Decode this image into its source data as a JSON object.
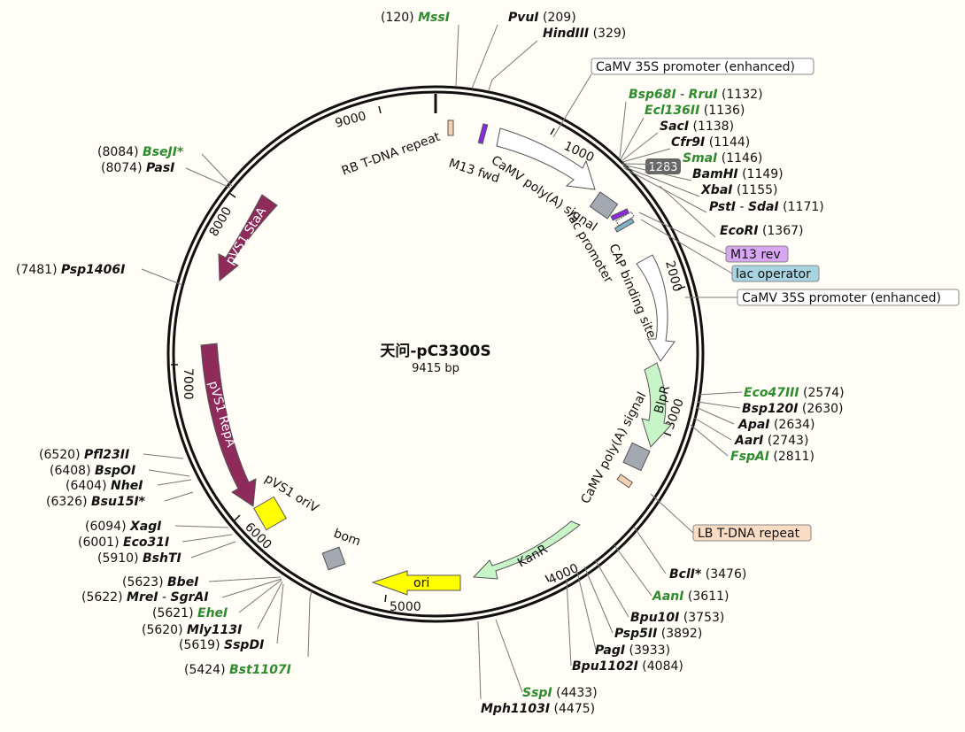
{
  "plasmid": {
    "name": "天问-pC3300S",
    "size": "9415 bp"
  },
  "ticks": [
    "1000",
    "2000",
    "3000",
    "4000",
    "5000",
    "6000",
    "7000",
    "8000",
    "9000"
  ],
  "enzymes": [
    {
      "name": "MssI",
      "pos": "(120)",
      "green": true
    },
    {
      "name": "PvuI",
      "pos": "(209)",
      "green": false
    },
    {
      "name": "HindIII",
      "pos": "(329)",
      "green": false
    },
    {
      "name": "Bsp68I",
      "sep": " - ",
      "name2": "RruI",
      "pos": "(1132)",
      "green": true
    },
    {
      "name": "Ecl136II",
      "pos": "(1136)",
      "green": true
    },
    {
      "name": "SacI",
      "pos": "(1138)",
      "green": false
    },
    {
      "name": "Cfr9I",
      "pos": "(1144)",
      "green": false
    },
    {
      "name": "SmaI",
      "pos": "(1146)",
      "green": true
    },
    {
      "name": "BamHI",
      "pos": "(1149)",
      "green": false
    },
    {
      "name": "XbaI",
      "pos": "(1155)",
      "green": false
    },
    {
      "name": "PstI",
      "sep": " - ",
      "name2": "SdaI",
      "pos": "(1171)",
      "green": false
    },
    {
      "name": "EcoRI",
      "pos": "(1367)",
      "green": false
    },
    {
      "name": "Eco47III",
      "pos": "(2574)",
      "green": true
    },
    {
      "name": "Bsp120I",
      "pos": "(2630)",
      "green": false
    },
    {
      "name": "ApaI",
      "pos": "(2634)",
      "green": false
    },
    {
      "name": "AarI",
      "pos": "(2743)",
      "green": false
    },
    {
      "name": "FspAI",
      "pos": "(2811)",
      "green": true
    },
    {
      "name": "BclI*",
      "pos": "(3476)",
      "green": false
    },
    {
      "name": "AanI",
      "pos": "(3611)",
      "green": true
    },
    {
      "name": "Bpu10I",
      "pos": "(3753)",
      "green": false
    },
    {
      "name": "Psp5II",
      "pos": "(3892)",
      "green": false
    },
    {
      "name": "PagI",
      "pos": "(3933)",
      "green": false
    },
    {
      "name": "Bpu1102I",
      "pos": "(4084)",
      "green": false
    },
    {
      "name": "SspI",
      "pos": "(4433)",
      "green": true
    },
    {
      "name": "Mph1103I",
      "pos": "(4475)",
      "green": false
    },
    {
      "name": "Bst1107I",
      "pos": "(5424)",
      "green": true
    },
    {
      "name": "SspDI",
      "pos": "(5619)",
      "green": false
    },
    {
      "name": "Mly113I",
      "pos": "(5620)",
      "green": false
    },
    {
      "name": "EheI",
      "pos": "(5621)",
      "green": true
    },
    {
      "name": "MreI",
      "sep": " - ",
      "name2": "SgrAI",
      "pos": "(5622)",
      "green": false
    },
    {
      "name": "BbeI",
      "pos": "(5623)",
      "green": false
    },
    {
      "name": "BshTI",
      "pos": "(5910)",
      "green": false
    },
    {
      "name": "Eco31I",
      "pos": "(6001)",
      "green": false
    },
    {
      "name": "XagI",
      "pos": "(6094)",
      "green": false
    },
    {
      "name": "Bsu15I*",
      "pos": "(6326)",
      "green": false
    },
    {
      "name": "NheI",
      "pos": "(6404)",
      "green": false
    },
    {
      "name": "BspOI",
      "pos": "(6408)",
      "green": false
    },
    {
      "name": "Pfl23II",
      "pos": "(6520)",
      "green": false
    },
    {
      "name": "Psp1406I",
      "pos": "(7481)",
      "green": false
    },
    {
      "name": "PasI",
      "pos": "(8074)",
      "green": false
    },
    {
      "name": "BseJI*",
      "pos": "(8084)",
      "green": true
    }
  ],
  "features": {
    "camv_35s_top": "CaMV 35S promoter (enhanced)",
    "camv_35s_right": "CaMV 35S promoter (enhanced)",
    "m13_rev": "M13 rev",
    "lac_operator": "lac operator",
    "lb_tdna": "LB T-DNA repeat",
    "rb_tdna": "RB T-DNA repeat",
    "m13_fwd": "M13 fwd",
    "camv_polya_1": "CaMV poly(A) signal",
    "lac_promoter": "lac promoter",
    "cap_site": "CAP binding site",
    "blpr": "BlpR",
    "camv_polya_2": "CaMV poly(A) signal",
    "kanr": "KanR",
    "ori": "ori",
    "bom": "bom",
    "pvs1_oriv": "pVS1 oriV",
    "pvs1_repa": "pVS1 RepA",
    "pvs1_staa": "pVS1 StaA",
    "badge_1283": "1283"
  },
  "colors": {
    "backbone": "#111111",
    "pvs1": "#8e2b5b",
    "resistance": "#c8f5c8",
    "ori": "#ffff00",
    "promoter_fill": "#ffffff",
    "grey_box": "#a4a8b0",
    "m13": "#8a2be2",
    "lac": "#7fb3c8",
    "lb_rb": "#f5d0b0",
    "enzyme_green": "#2e8b2e"
  }
}
